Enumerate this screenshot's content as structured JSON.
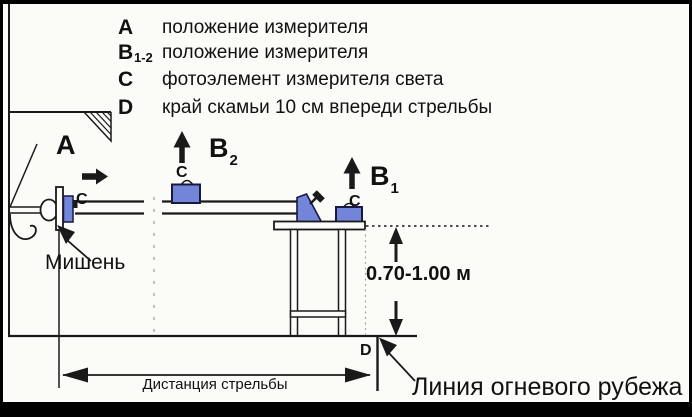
{
  "legend": {
    "items": [
      {
        "key": "A",
        "sub": "",
        "text": "положение измерителя"
      },
      {
        "key": "B",
        "sub": "1-2",
        "text": "положение измерителя"
      },
      {
        "key": "C",
        "sub": "",
        "text": "фотоэлемент измерителя света"
      },
      {
        "key": "D",
        "sub": "",
        "text": "край скамьи 10 см впереди стрельбы"
      }
    ]
  },
  "diagram": {
    "positions": {
      "a": "A",
      "b1": "B",
      "b1_sub": "1",
      "b2": "B",
      "b2_sub": "2"
    },
    "sensors": {
      "target": "C",
      "beam": "C",
      "bench": "C"
    },
    "labels": {
      "target": "Мишень",
      "height_range": "0.70-1.00 м",
      "bench_edge": "D",
      "shooting_distance": "Дистанция стрельбы",
      "firing_line": "Линия огневого рубежа"
    },
    "colors": {
      "device_fill": "#7285D8",
      "line": "#1a1a1a"
    }
  }
}
